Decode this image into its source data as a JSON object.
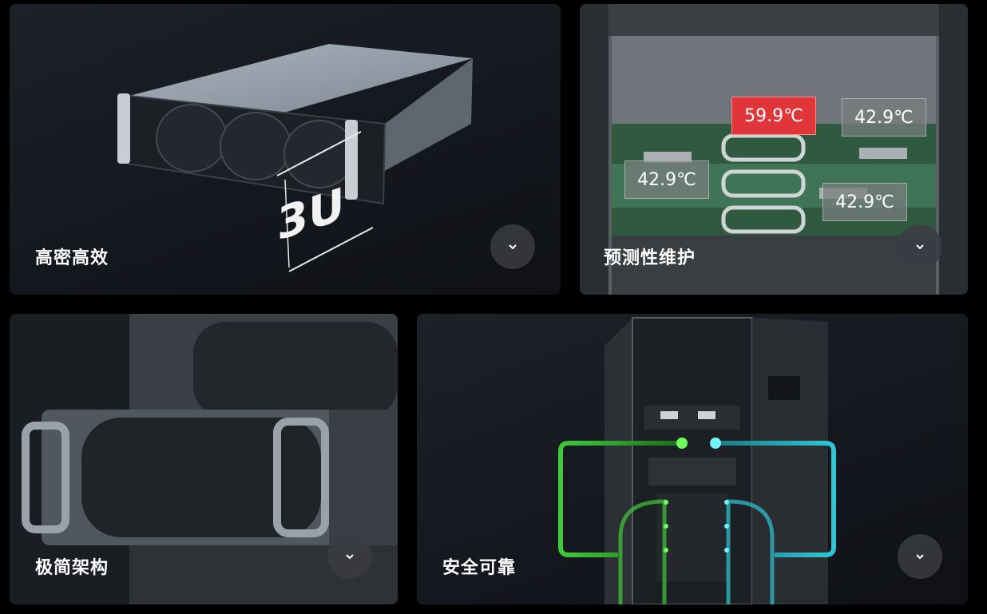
{
  "cards": [
    {
      "title": "高密高效",
      "art_text": "3U"
    },
    {
      "title": "预测性维护",
      "temps": {
        "hot": "59.9℃",
        "t1": "42.9℃",
        "t2": "42.9℃",
        "t3": "42.9℃"
      }
    },
    {
      "title": "极简架构"
    },
    {
      "title": "安全可靠"
    }
  ],
  "icons": {
    "expand": "chevron-down-icon"
  },
  "colors": {
    "alert": "#e0363a",
    "green": "#3ecb3a",
    "cyan": "#2ec7d6",
    "button": "#3a3c42"
  }
}
